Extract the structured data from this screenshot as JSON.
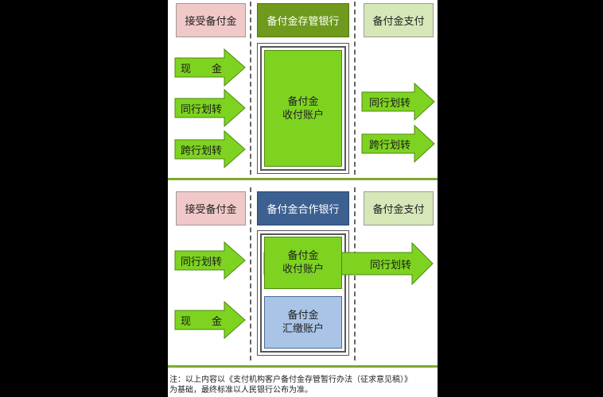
{
  "section_top": {
    "left_header": "接受备付金",
    "center_header": "备付金存管银行",
    "right_header": "备付金支付",
    "account_line1": "备付金",
    "account_line2": "收付账户",
    "inflows": [
      "现　　金",
      "同行划转",
      "跨行划转"
    ],
    "outflows": [
      "同行划转",
      "跨行划转"
    ]
  },
  "section_bottom": {
    "left_header": "接受备付金",
    "center_header": "备付金合作银行",
    "right_header": "备付金支付",
    "account1_line1": "备付金",
    "account1_line2": "收付账户",
    "account2_line1": "备付金",
    "account2_line2": "汇缴账户",
    "inflows": [
      "同行划转",
      "现　　金"
    ],
    "outflows": [
      "同行划转"
    ]
  },
  "note": {
    "line1": "注：以上内容以《支付机构客户备付金存管暂行办法（征求意见稿）》",
    "line2": "为基础，最终标准以人民银行公布为准。"
  },
  "colors": {
    "arrow_green": "#7ed321",
    "pink": "#f0c8c8",
    "light_green": "#d6e7b8",
    "dark_green": "#6f9a1d",
    "dark_blue": "#3c6090",
    "account_blue": "#a9c4e6"
  },
  "icons": {
    "arrow": "right-arrow-icon"
  }
}
